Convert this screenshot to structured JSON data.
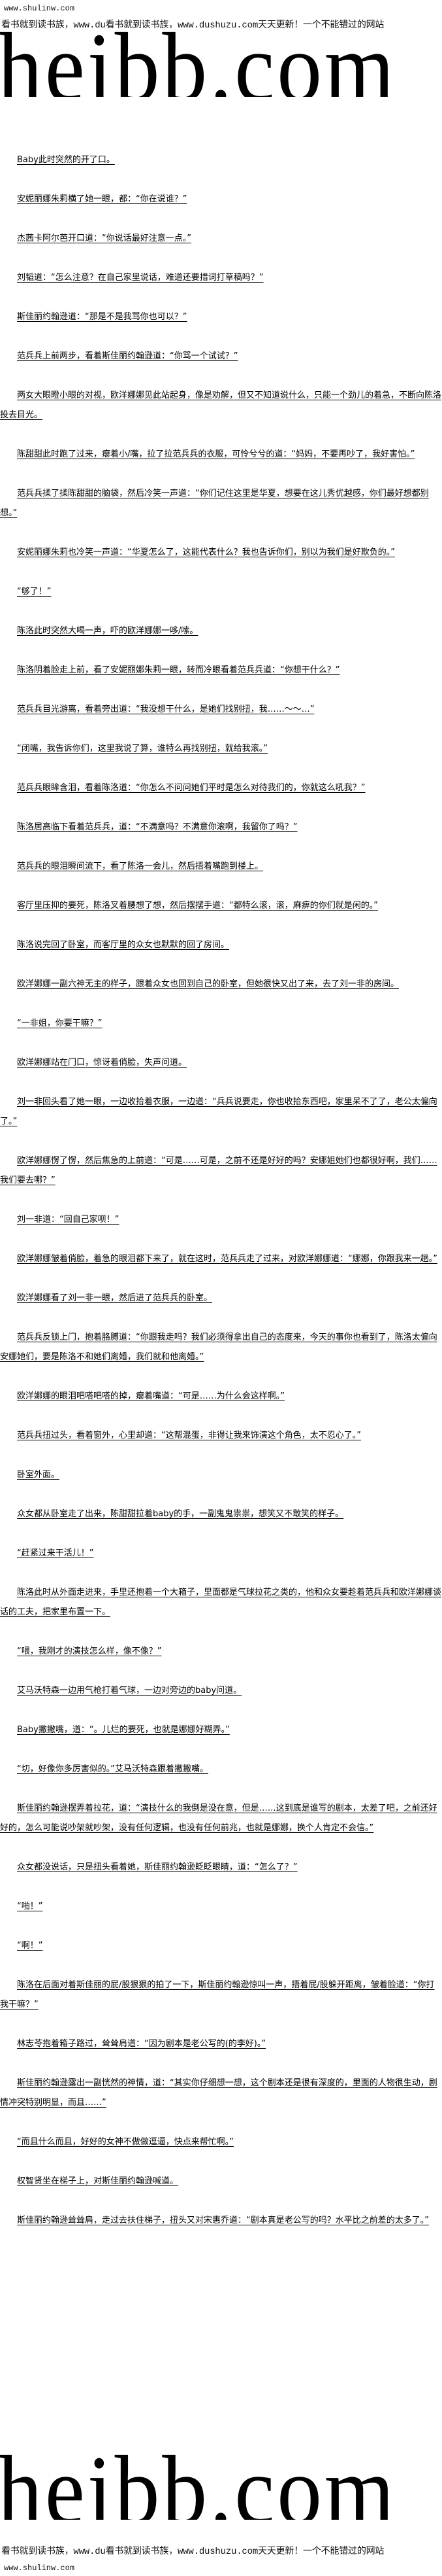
{
  "header": {
    "site": "www.shulinw.com",
    "slogan": "看书就到读书族，www.du看书就到读书族，www.dushuzu.com天天更新！一个不能错过的网站",
    "logo": "heibb.com"
  },
  "paragraphs": [
    "Baby此时突然的开了口。",
    "安妮丽娜朱莉横了她一眼，都：“你在说谁？”",
    "杰茜卡阿尔芭开口道：“你说话最好注意一点。”",
    "刘韬道：“怎么注意？在自己家里说话，难道还要措词打草稿吗？”",
    "斯佳丽约翰逊道：“那是不是我骂你也可以？”",
    "范兵兵上前两步，看着斯佳丽约翰逊道：“你骂一个试试？”",
    "两女大眼瞪小眼的对视，欧洋娜娜见此站起身，像是劝解，但又不知道说什么，只能一个劲儿的着急，不断向陈洛投去目光。",
    "陈甜甜此时跑了过来，瘪着小/嘴，拉了拉范兵兵的衣服，可怜兮兮的道：“妈妈，不要再吵了，我好害怕。”",
    "范兵兵揉了揉陈甜甜的脑袋，然后冷笑一声道：“你们记住这里是华夏，想要在这儿秀优越感，你们最好想都别想。”",
    "安妮丽娜朱莉也冷笑一声道：“华夏怎么了，这能代表什么？我也告诉你们，别以为我们是好欺负的。”",
    "“够了！”",
    "陈洛此时突然大喝一声，吓的欧洋娜娜一哆/嗦。",
    "陈洛阴着脸走上前，看了安妮丽娜朱莉一眼，转而冷眼看着范兵兵道：“你想干什么？”",
    "范兵兵目光游离，看着旁出道：“我没想干什么，是她们找别扭，我……～～…”",
    "“闭嘴，我告诉你们，这里我说了算，谁特么再找别扭，就给我滚。”",
    "范兵兵眼眸含泪，看着陈洛道：“你怎么不问问她们平时是怎么对待我们的，你就这么吼我？”",
    "陈洛居高临下看着范兵兵，道：“不满意吗？不满意你滚啊，我留你了吗？”",
    "范兵兵的眼泪瞬间流下，看了陈洛一会儿，然后捂着嘴跑到楼上。",
    "客厅里压抑的要死，陈洛叉着腰想了想，然后摆摆手道：“都特么滚，滚，麻痹的你们就是闲的。”",
    "陈洛说完回了卧室，而客厅里的众女也默默的回了房间。",
    "欧洋娜娜一副六神无主的样子，跟着众女也回到自己的卧室，但她很快又出了来，去了刘一非的房间。",
    "“一非姐，你要干嘛？”",
    "欧洋娜娜站在门口，惊讶着俏脸，失声问道。",
    "刘一非回头看了她一眼，一边收拾着衣服，一边道：“兵兵说要走，你也收拾东西吧，家里呆不了了，老公太偏向了。”",
    "欧洋娜娜愣了愣，然后焦急的上前道：“可是……可是，之前不还是好好的吗？安娜姐她们也都很好啊，我们……我们要去哪？”",
    "刘一非道：“回自己家呗！”",
    "欧洋娜娜皱着俏脸，着急的眼泪都下来了，就在这时，范兵兵走了过来，对欧洋娜娜道：“娜娜，你跟我来一趟。”",
    "欧洋娜娜看了刘一非一眼，然后进了范兵兵的卧室。",
    "范兵兵反锁上门，抱着胳膊道：“你跟我走吗？我们必须得拿出自己的态度来，今天的事你也看到了，陈洛太偏向安娜她们，要是陈洛不和她们离婚，我们就和他离婚。”",
    "欧洋娜娜的眼泪吧嗒吧嗒的掉，瘪着嘴道：“可是……为什么会这样啊。”",
    "范兵兵扭过头，看着窗外，心里却道：“这帮混蛋，非得让我来饰演这个角色，太不忍心了。”",
    "卧室外面。",
    "众女都从卧室走了出来，陈甜甜拉着baby的手，一副鬼鬼祟祟，想笑又不敢笑的样子。",
    "“赶紧过来干活儿！”",
    "陈洛此时从外面走进来，手里还抱着一个大箱子，里面都是气球拉花之类的，他和众女要趁着范兵兵和欧洋娜娜谈话的工夫，把家里布置一下。",
    "“喂，我刚才的演技怎么样，像不像？”",
    "艾马沃特森一边用气枪打着气球，一边对旁边的baby问道。",
    "Baby撇撇嘴，道：“。儿烂的要死，也就是娜娜好糊弄。”",
    "“切，好像你多厉害似的。”艾马沃特森跟着撇撇嘴。",
    "斯佳丽约翰逊摆弄着拉花，道：“演技什么的我倒是没在意，但是……这到底是谁写的剧本，太差了吧，之前还好好的，怎么可能说吵架就吵架，没有任何逻辑，也没有任何前兆，也就是娜娜，换个人肯定不会信。”",
    "众女都没说话，只是扭头看着她，斯佳丽约翰逊眨眨眼睛，道：“怎么了？”",
    "“啪！”",
    "“啊！”",
    "陈洛在后面对着斯佳丽的屁/股狠狠的拍了一下，斯佳丽约翰逊惊叫一声，捂着屁/股躲开距离，皱着脸道：“你打我干嘛？”",
    "林志苓抱着箱子路过，耸耸肩道：“因为剧本是老公写的(的李好)。”",
    "斯佳丽约翰逊露出一副恍然的神情，道：“其实你仔细想一想，这个剧本还是很有深度的，里面的人物很生动，剧情冲突特别明显，而且……”",
    "“而且什么而且，好好的女神不做做逗逼，快点来帮忙啊。”",
    "权智贤坐在梯子上，对斯佳丽约翰逊喊道。",
    "斯佳丽约翰逊耸耸肩，走过去扶住梯子，扭头又对宋惠乔道：“剧本真是老公写的吗？水平比之前差的太多了。”"
  ]
}
